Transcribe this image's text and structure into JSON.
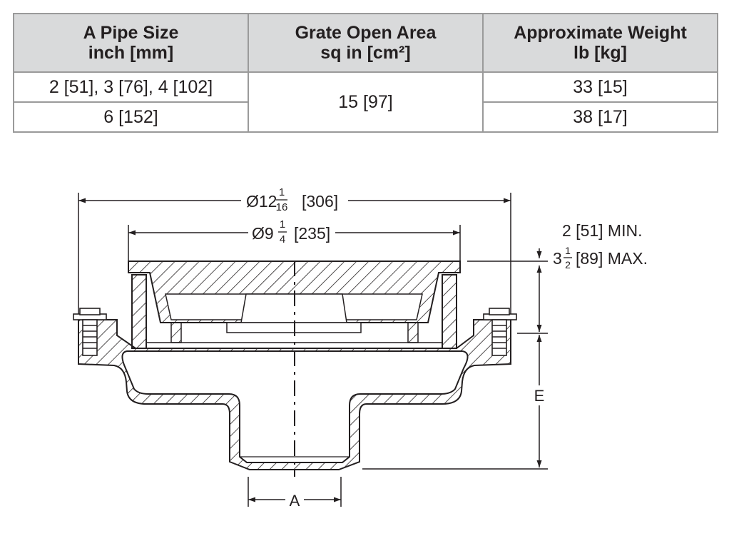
{
  "table": {
    "headers": [
      {
        "line1": "A Pipe Size",
        "line2": "inch [mm]"
      },
      {
        "line1": "Grate Open Area",
        "line2": "sq in [cm²]"
      },
      {
        "line1": "Approximate Weight",
        "line2": "lb [kg]"
      }
    ],
    "rows": [
      {
        "pipe_size": "2 [51], 3 [76], 4 [102]",
        "grate_open_area": "15 [97]",
        "weight": "33 [15]"
      },
      {
        "pipe_size": "6 [152]",
        "weight": "38 [17]"
      }
    ]
  },
  "drawing": {
    "overall_diameter": {
      "prefix": "Ø12",
      "num": "1",
      "den": "16",
      "suffix": "[306]"
    },
    "grate_diameter": {
      "prefix": "Ø9",
      "num": "1",
      "den": "4",
      "suffix": "[235]"
    },
    "adjust_min": "2 [51] MIN.",
    "adjust_max": {
      "prefix": "3",
      "num": "1",
      "den": "2",
      "suffix": "[89] MAX."
    },
    "dim_e": "E",
    "dim_a": "A"
  }
}
